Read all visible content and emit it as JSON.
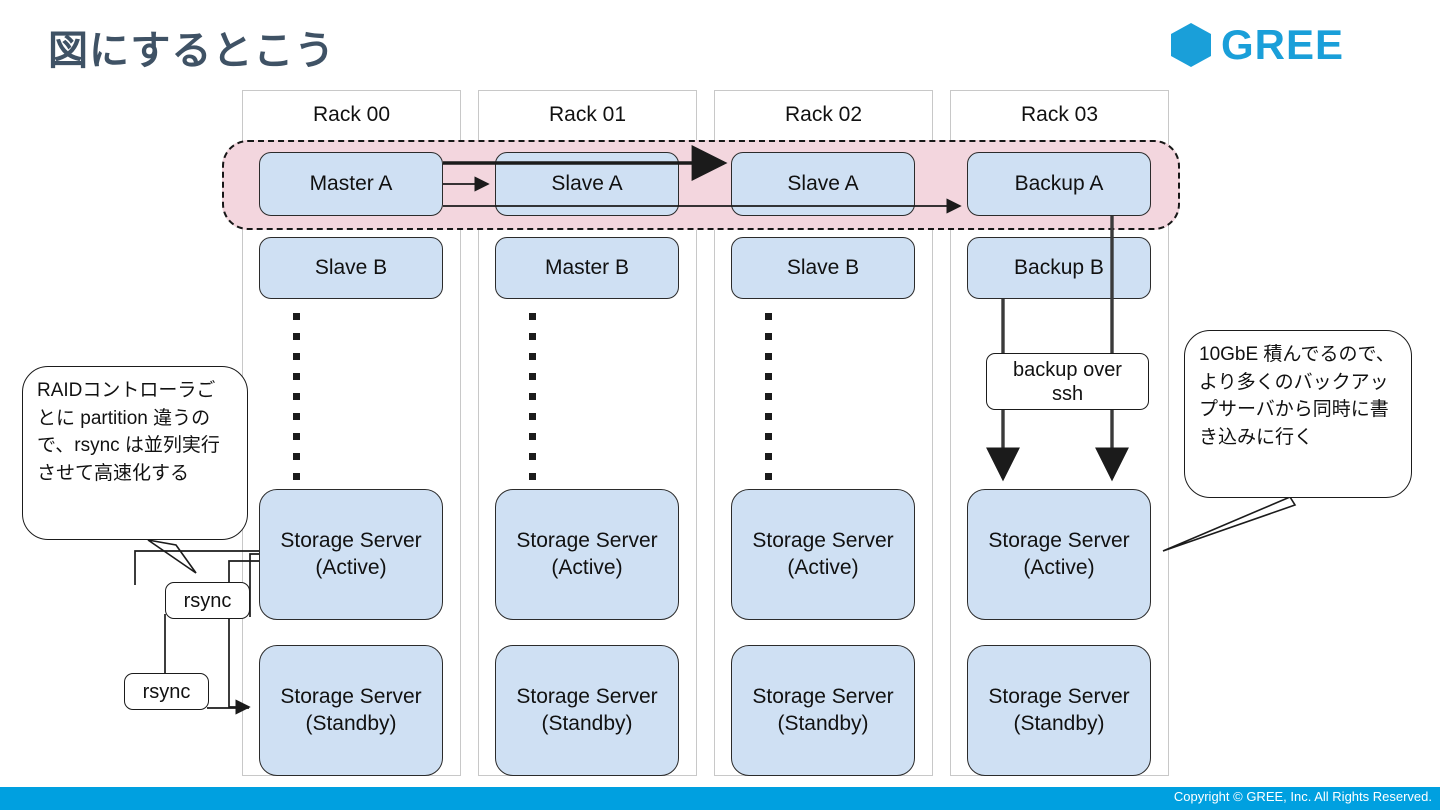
{
  "header": {
    "title": "図にするとこう",
    "brand_name": "GREE",
    "brand_color": "#1a9fd9",
    "logo_icon": "gree-hexagon-icon"
  },
  "footer": {
    "copyright": "Copyright © GREE, Inc. All Rights Reserved.",
    "bar_color": "#00a0e0"
  },
  "theme": {
    "node_fill": "#cfe0f3",
    "node_border": "#2b2b2b",
    "highlight_band_fill": "#f3d6de",
    "rack_border": "#c8c8c8",
    "title_color": "#3f5265"
  },
  "diagram": {
    "racks": [
      {
        "label": "Rack 00",
        "nodes": [
          {
            "label": "Master A"
          },
          {
            "label": "Slave B"
          },
          {
            "label": "Storage Server\n(Active)",
            "line1": "Storage Server",
            "line2": "(Active)"
          },
          {
            "label": "Storage Server\n(Standby)",
            "line1": "Storage Server",
            "line2": "(Standby)"
          }
        ]
      },
      {
        "label": "Rack 01",
        "nodes": [
          {
            "label": "Slave A"
          },
          {
            "label": "Master B"
          },
          {
            "label": "Storage Server\n(Active)",
            "line1": "Storage Server",
            "line2": "(Active)"
          },
          {
            "label": "Storage Server\n(Standby)",
            "line1": "Storage Server",
            "line2": "(Standby)"
          }
        ]
      },
      {
        "label": "Rack 02",
        "nodes": [
          {
            "label": "Slave A"
          },
          {
            "label": "Slave B"
          },
          {
            "label": "Storage Server\n(Active)",
            "line1": "Storage Server",
            "line2": "(Active)"
          },
          {
            "label": "Storage Server\n(Standby)",
            "line1": "Storage Server",
            "line2": "(Standby)"
          }
        ]
      },
      {
        "label": "Rack 03",
        "nodes": [
          {
            "label": "Backup A"
          },
          {
            "label": "Backup B"
          },
          {
            "label": "Storage Server\n(Active)",
            "line1": "Storage Server",
            "line2": "(Active)"
          },
          {
            "label": "Storage Server\n(Standby)",
            "line1": "Storage Server",
            "line2": "(Standby)"
          }
        ]
      }
    ],
    "tags": {
      "backup_over_ssh_line1": "backup over",
      "backup_over_ssh_line2": "ssh",
      "rsync_upper": "rsync",
      "rsync_lower": "rsync"
    },
    "callouts": {
      "left": "RAIDコントローラごとに partition 違うので、rsync は並列実行させて高速化する",
      "right": "10GbE 積んでるので、より多くのバックアップサーバから同時に書き込みに行く"
    }
  }
}
